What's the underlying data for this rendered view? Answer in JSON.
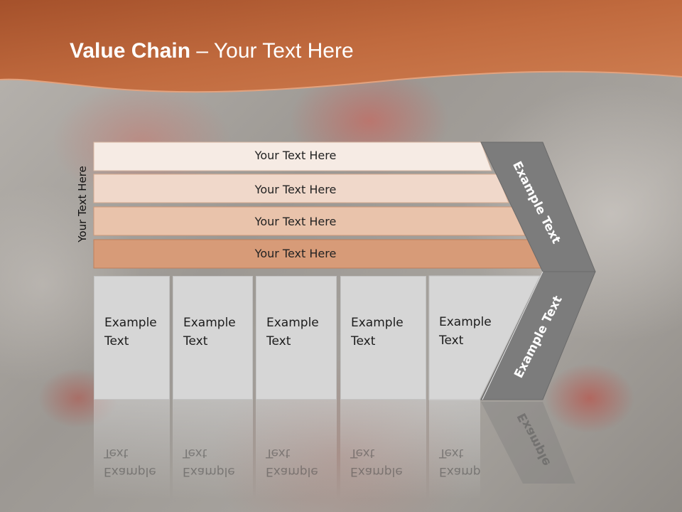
{
  "title": {
    "bold": "Value Chain",
    "rest": " – Your Text Here"
  },
  "side_label": "Your Text Here",
  "bars": [
    {
      "label": "Your Text Here"
    },
    {
      "label": "Your Text Here"
    },
    {
      "label": "Your Text Here"
    },
    {
      "label": "Your Text Here"
    }
  ],
  "columns": [
    {
      "label": "Example Text"
    },
    {
      "label": "Example Text"
    },
    {
      "label": "Example Text"
    },
    {
      "label": "Example Text"
    },
    {
      "label": "Example Text"
    }
  ],
  "chevron": {
    "upper_label": "Example Text",
    "lower_label": "Example Text",
    "reflection_label": "Example"
  },
  "colors": {
    "header": "#b8633a",
    "bar1": "#f6ebe4",
    "bar2": "#f0d8ca",
    "bar3": "#e9c3ab",
    "bar4": "#d79b78",
    "column": "#d6d6d6",
    "chevron": "#7c7c7c"
  }
}
